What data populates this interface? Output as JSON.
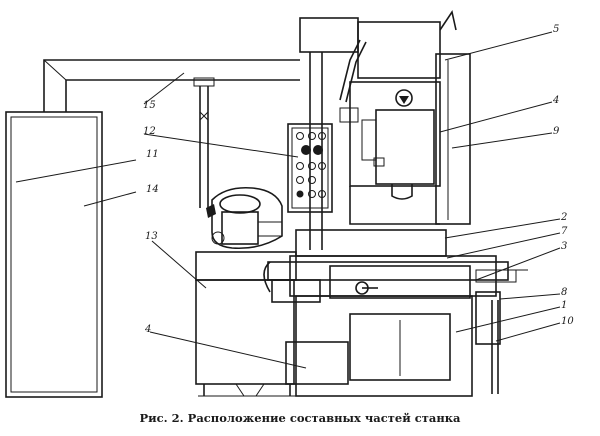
{
  "caption": "Рис. 2. Расположение составных частей станка",
  "callouts": {
    "c1": "1",
    "c2": "2",
    "c3": "3",
    "c4": "4",
    "c5": "5",
    "c7": "7",
    "c8": "8",
    "c9": "9",
    "c10": "10",
    "c11": "11",
    "c12": "12",
    "c13": "13",
    "c14": "14",
    "c15": "15",
    "c_lower": "4"
  }
}
